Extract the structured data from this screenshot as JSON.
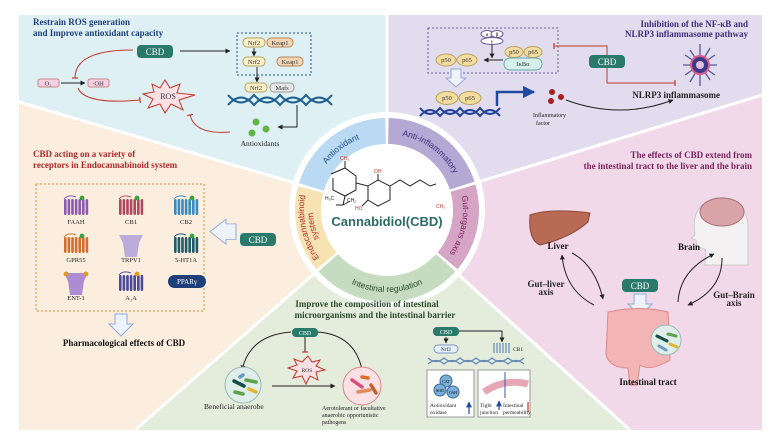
{
  "colors": {
    "antioxidant_bg": "#dff0f4",
    "anti_inflammatory_bg": "#e1ddee",
    "endocannabinoid_bg": "#fbeedf",
    "gut_organs_bg": "#f1d9ea",
    "intestinal_bg": "#e4ecdc",
    "cbd_pill": "#2a7a6c",
    "ring_antioxidant": "#b9daf2",
    "ring_anti_inflammatory": "#b3a9d4",
    "ring_gut_organs": "#d6a5c6",
    "ring_intestinal": "#c5dcc0",
    "ring_endocannabinoid": "#f7e2b2"
  },
  "center": {
    "title": "Cannabidiol(CBD)",
    "molecule": {
      "ch3_top": "CH₃",
      "oh_top": "OH",
      "h3c": "H₃C",
      "ch2": "CH₂",
      "ho": "HO",
      "ch3_tail": "CH₃"
    },
    "ring": {
      "antioxidant": "Antioxidant",
      "anti_inflammatory": "Anti-inflammatory",
      "gut_organs": "Gut-organs axis",
      "intestinal": "Intestinal regulation",
      "endocannabinoid_1": "Endocannabinoid",
      "endocannabinoid_2": "system"
    }
  },
  "antioxidant": {
    "title_1": "Restrain ROS generation",
    "title_2": "and Improve antioxidant capacity",
    "cbd": "CBD",
    "o2": "O₂",
    "oh": "·OH",
    "ros": "ROS",
    "nrf2": "Nrf2",
    "keap1": "Keap1",
    "mafs": "Mafs",
    "antioxidants": "Antioxidants"
  },
  "anti_inflammatory": {
    "title_1": "Inhibition of the NF-κB and",
    "title_2": "NLRP3 inflammasome pathway",
    "cbd": "CBD",
    "alpha": "α",
    "beta": "β",
    "gamma": "γ",
    "p50": "p50",
    "p65": "p65",
    "ikba": "IκBα",
    "inflammatory_factor_1": "Inflammatory",
    "inflammatory_factor_2": "factor",
    "nlrp3": "NLRP3 inflammasome"
  },
  "endocannabinoid": {
    "title_1": "CBD acting on a variety of",
    "title_2": "receptors in Endocannabinoid system",
    "cbd": "CBD",
    "receptors": [
      "FAAH",
      "CB1",
      "CB2",
      "GPR55",
      "TRPV1",
      "5-HT1A",
      "ENT-1",
      "A₂A",
      "PPARγ"
    ],
    "footer": "Pharmacological effects of CBD"
  },
  "gut_organs": {
    "title_1": "The effects of CBD extend from",
    "title_2": "the intestinal tract to the liver and the brain",
    "cbd": "CBD",
    "liver": "Liver",
    "brain": "Brain",
    "gut_liver_1": "Gut–liver",
    "gut_liver_2": "axis",
    "gut_brain_1": "Gut–Brain",
    "gut_brain_2": "axis",
    "intestinal_tract": "Intestinal tract"
  },
  "intestinal": {
    "title_1": "Improve the composition of intestinal",
    "title_2": "microorganisms and the intestinal barrier",
    "cbd": "CBD",
    "ros": "ROS",
    "beneficial": "Beneficial anaerobe",
    "pathogens_1": "Aerotolerant or facultative",
    "pathogens_2": "anaerobic opportunistic",
    "pathogens_3": "pathogens",
    "nrf2": "Nrf2",
    "cb1": "CB1",
    "cat": "CAT",
    "sod": "SOD",
    "gsh": "GSH",
    "antiox_1": "Antioxidant",
    "antiox_2": "oxidase",
    "tight_1": "Tight",
    "tight_2": "junction",
    "perm_1": "Intestinal",
    "perm_2": "permeability"
  }
}
